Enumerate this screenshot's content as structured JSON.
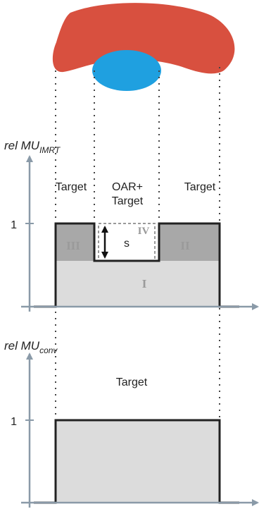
{
  "colors": {
    "target_organ": "#d8503f",
    "oar_organ": "#1fa0e0",
    "region_fill": "#dcdcdc",
    "region_dark_fill": "#a8a8a8",
    "profile_stroke": "#222222",
    "axis": "#8a9aa8",
    "guide_dots": "#444444"
  },
  "top_plot": {
    "axis_title_main": "rel MU",
    "axis_title_sub": "IMRT",
    "y_tick_label": "1",
    "region_labels": {
      "left": "Target",
      "middle_line1": "OAR+",
      "middle_line2": "Target",
      "right": "Target"
    },
    "roman_labels": {
      "base": "I",
      "right": "II",
      "left": "III",
      "middle": "IV"
    },
    "segment_label": "s"
  },
  "bottom_plot": {
    "axis_title_main": "rel MU",
    "axis_title_sub": "conv",
    "y_tick_label": "1",
    "region_label": "Target"
  }
}
